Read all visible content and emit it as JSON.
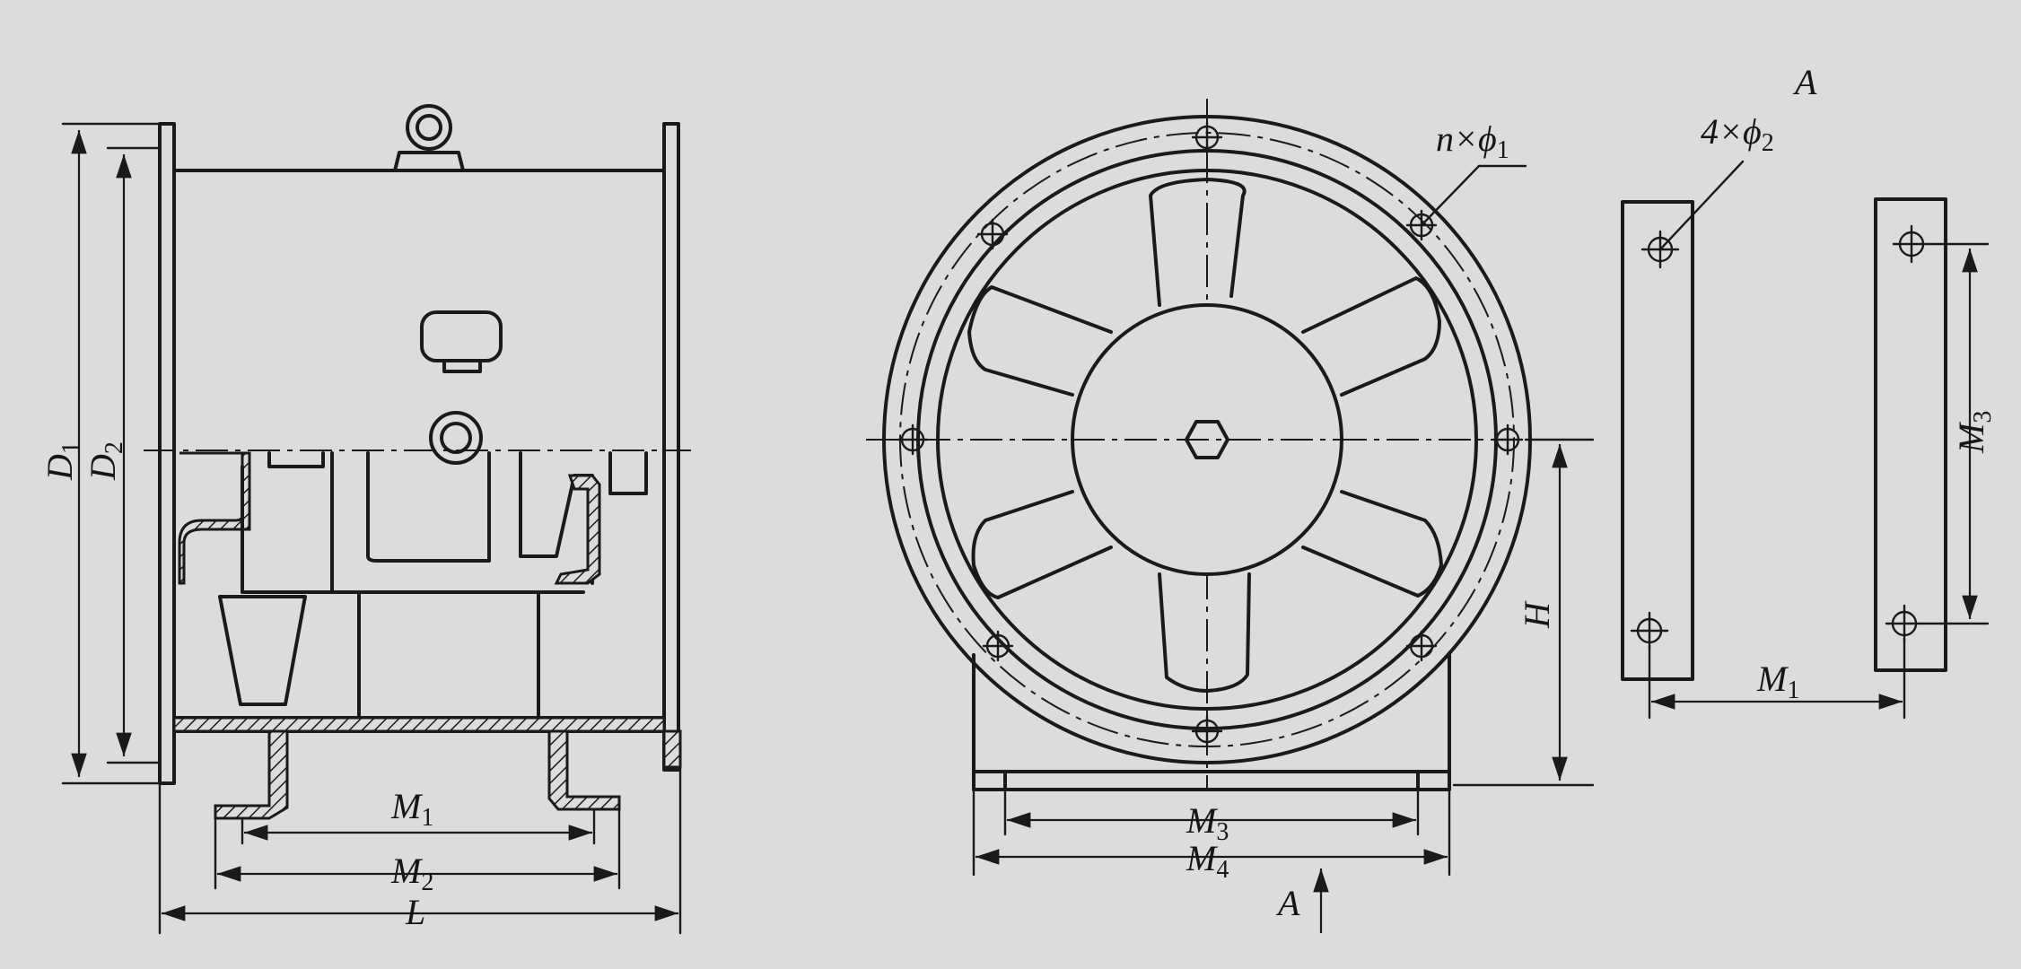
{
  "side_view": {
    "d1": "D",
    "d1_sub": "1",
    "d2": "D",
    "d2_sub": "2",
    "m1": "M",
    "m1_sub": "1",
    "m2": "M",
    "m2_sub": "2",
    "l": "L"
  },
  "front_view": {
    "holes_n": "n×ϕ",
    "holes_n_sub": "1",
    "h": "H",
    "m3": "M",
    "m3_sub": "3",
    "m4": "M",
    "m4_sub": "4",
    "arrow_a": "A"
  },
  "view_a": {
    "title": "A",
    "holes": "4×ϕ",
    "holes_sub": "2",
    "m1": "M",
    "m1_sub": "1",
    "m3": "M",
    "m3_sub": "3"
  }
}
